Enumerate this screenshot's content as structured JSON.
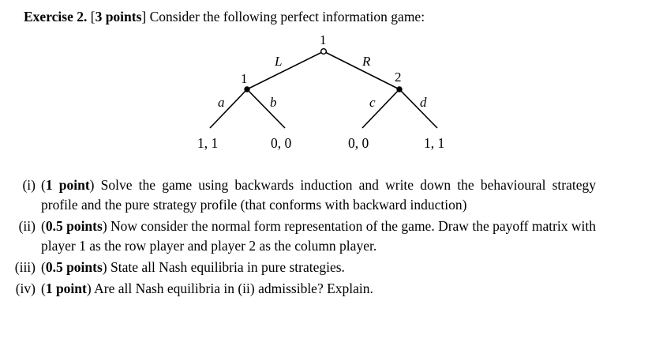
{
  "heading": {
    "exercise_label": "Exercise 2.",
    "points_open": "[",
    "points_label": "3 points",
    "points_close": "]",
    "prompt": "Consider the following perfect information game:"
  },
  "game_tree": {
    "root_player_label": "1",
    "left_node_player_label": "1",
    "right_node_player_label": "2",
    "edge_left_label": "L",
    "edge_right_label": "R",
    "edge_a_label": "a",
    "edge_b_label": "b",
    "edge_c_label": "c",
    "edge_d_label": "d",
    "payoff_a": "1, 1",
    "payoff_b": "0, 0",
    "payoff_c": "0, 0",
    "payoff_d": "1, 1",
    "line_color": "#000000",
    "node_fill_open": "#ffffff",
    "node_fill_closed": "#000000"
  },
  "questions": [
    {
      "marker": "(i)",
      "points_open": "(",
      "points": "1 point",
      "points_close": ")",
      "text": " Solve the game using backwards induction and write down the behavioural strategy profile and the pure strategy profile (that conforms with backward induction)"
    },
    {
      "marker": "(ii)",
      "points_open": "(",
      "points": "0.5 points",
      "points_close": ")",
      "text": " Now consider the normal form representation of the game.  Draw the payoff matrix with player 1 as the row player and player 2 as the column player."
    },
    {
      "marker": "(iii)",
      "points_open": "(",
      "points": "0.5 points",
      "points_close": ")",
      "text": " State all Nash equilibria in pure strategies."
    },
    {
      "marker": "(iv)",
      "points_open": "(",
      "points": "1 point",
      "points_close": ")",
      "text": " Are all Nash equilibria in (ii) admissible? Explain."
    }
  ]
}
